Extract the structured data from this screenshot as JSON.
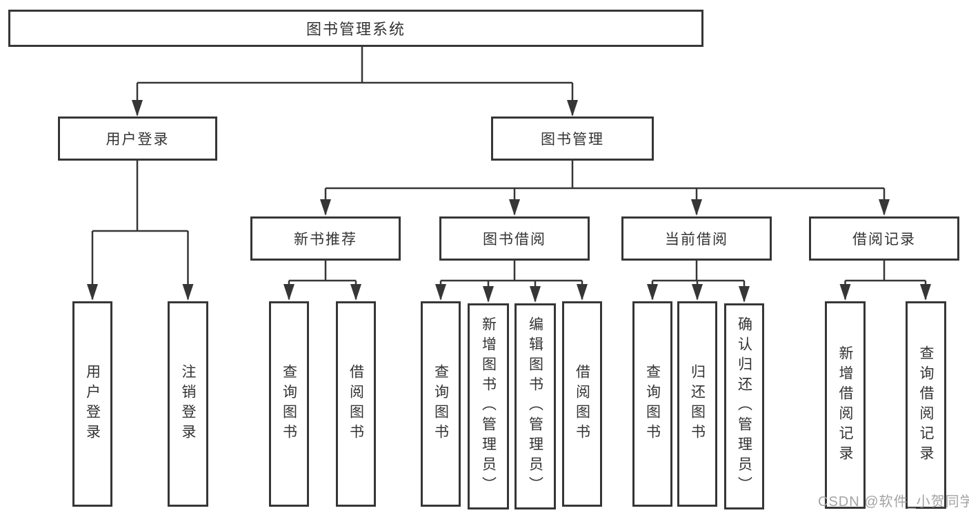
{
  "watermark": "CSDN @软件_小贺同学",
  "colors": {
    "line": "#363636",
    "text": "#333333",
    "watermark": "#a3a3a3",
    "background": "#ffffff"
  },
  "tree": {
    "root": {
      "label": "图书管理系统"
    },
    "user_login": {
      "label": "用户登录",
      "children": {
        "login": {
          "label": "用户登录"
        },
        "logout": {
          "label": "注销登录"
        }
      }
    },
    "book_mgmt": {
      "label": "图书管理",
      "children": {
        "new_book_rec": {
          "label": "新书推荐",
          "children": {
            "query_book": {
              "label": "查询图书"
            },
            "borrow_book": {
              "label": "借阅图书"
            }
          }
        },
        "book_borrow": {
          "label": "图书借阅",
          "children": {
            "query_book": {
              "label": "查询图书"
            },
            "add_book_admin": {
              "label": "新增图书（管理员）"
            },
            "edit_book_admin": {
              "label": "编辑图书（管理员）"
            },
            "borrow_book": {
              "label": "借阅图书"
            }
          }
        },
        "current_borrow": {
          "label": "当前借阅",
          "children": {
            "query_book": {
              "label": "查询图书"
            },
            "return_book": {
              "label": "归还图书"
            },
            "confirm_return_admin": {
              "label": "确认归还（管理员）"
            }
          }
        },
        "borrow_records": {
          "label": "借阅记录",
          "children": {
            "add_borrow_record": {
              "label": "新增借阅记录"
            },
            "query_borrow_record": {
              "label": "查询借阅记录"
            }
          }
        }
      }
    }
  }
}
